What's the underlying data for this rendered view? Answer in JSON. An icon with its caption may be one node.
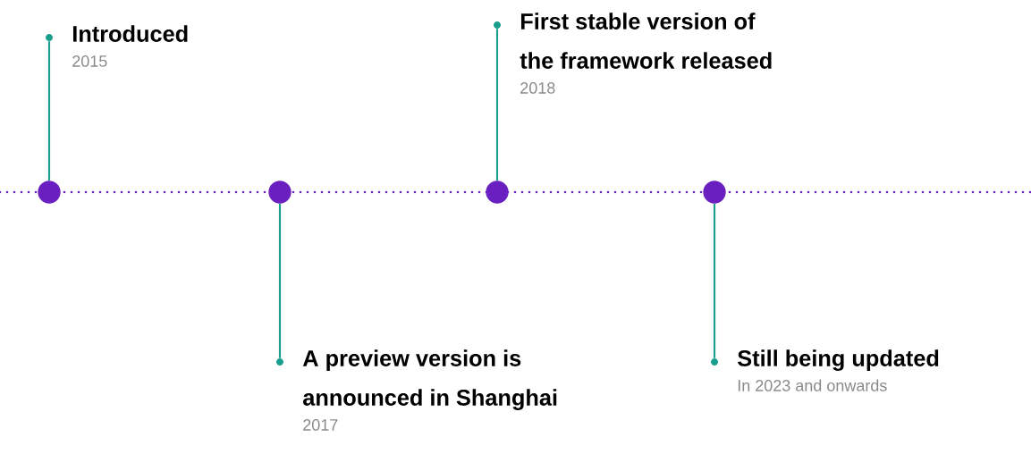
{
  "diagram": {
    "nodes": [
      {
        "text": [],
        "shape": "circle"
      },
      {
        "text": [],
        "shape": "circle"
      },
      {
        "text": [],
        "shape": "circle"
      },
      {
        "text": [],
        "shape": "circle"
      },
      {
        "text": [],
        "shape": "circle",
        "beside": [
          "Introduced",
          "2015"
        ]
      },
      {
        "text": [],
        "shape": "circle",
        "beside": [
          "A preview version is announced in Shanghai",
          "2017"
        ]
      },
      {
        "text": [],
        "shape": "circle",
        "beside": [
          "First stable version of the framework  released",
          "2018"
        ]
      },
      {
        "text": [],
        "shape": "circle",
        "beside": [
          "Still being updated",
          "In 2023 and  onwards"
        ]
      }
    ],
    "edges": [
      {
        "from": 0,
        "to": 4,
        "arrow": "none"
      },
      {
        "from": 1,
        "to": 5,
        "arrow": "none"
      },
      {
        "from": 2,
        "to": 6,
        "arrow": "none"
      },
      {
        "from": 3,
        "to": 7,
        "arrow": "none"
      }
    ]
  }
}
